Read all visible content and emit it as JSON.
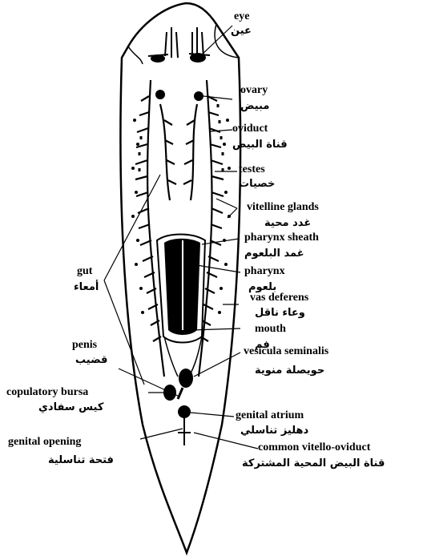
{
  "labels": {
    "eye": {
      "en": "eye",
      "ar": "عين"
    },
    "ovary": {
      "en": "ovary",
      "ar": "مبيض"
    },
    "oviduct": {
      "en": "oviduct",
      "ar": "قناة البيض"
    },
    "testes": {
      "en": "testes",
      "ar": "خصيات"
    },
    "vitelline": {
      "en": "vitelline glands",
      "ar": "غدد محية"
    },
    "pharynx_sheath": {
      "en": "pharynx sheath",
      "ar": "غمد البلعوم"
    },
    "pharynx": {
      "en": "pharynx",
      "ar": "بلعوم"
    },
    "vas_deferens": {
      "en": "vas deferens",
      "ar": "وعاء ناقل"
    },
    "mouth": {
      "en": "mouth",
      "ar": "فم"
    },
    "vesicula": {
      "en": "vesicula seminalis",
      "ar": "حويصلة منوية"
    },
    "gut": {
      "en": "gut",
      "ar": "أمعاء"
    },
    "penis": {
      "en": "penis",
      "ar": "قضيب"
    },
    "bursa": {
      "en": "copulatory bursa",
      "ar": "كيس سفادي"
    },
    "atrium": {
      "en": "genital atrium",
      "ar": "دهليز تناسلي"
    },
    "opening": {
      "en": "genital opening",
      "ar": "فتحة تناسلية"
    },
    "common": {
      "en": "common vitello-oviduct",
      "ar": "قناة البيض المحية المشتركة"
    }
  }
}
